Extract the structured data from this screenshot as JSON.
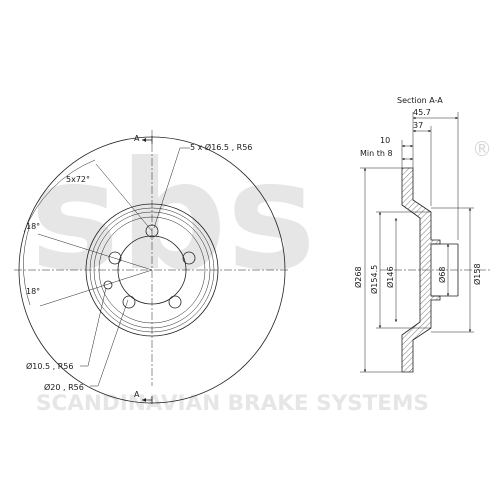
{
  "watermark": {
    "logo": "sbs",
    "registered": "®",
    "tagline": "SCANDINAVIAN BRAKE SYSTEMS"
  },
  "front_view": {
    "section_marker_top": "A",
    "section_marker_bottom": "A",
    "pitch_angle": "5x72°",
    "holes_callout": "5 x Ø16.5 , R56",
    "angle_upper": "18°",
    "angle_lower": "18°",
    "small_hole_callout": "Ø10.5 , R56",
    "pin_callout": "Ø20 , R56"
  },
  "section_view": {
    "title": "Section A-A",
    "dim_overall_height": "45.7",
    "dim_hat_height": "37",
    "dim_thickness": "10",
    "min_thickness": "Min th 8",
    "dia_outer": "Ø268",
    "dia_154": "Ø154.5",
    "dia_146": "Ø146",
    "dia_68": "Ø68",
    "dia_158": "Ø158"
  }
}
